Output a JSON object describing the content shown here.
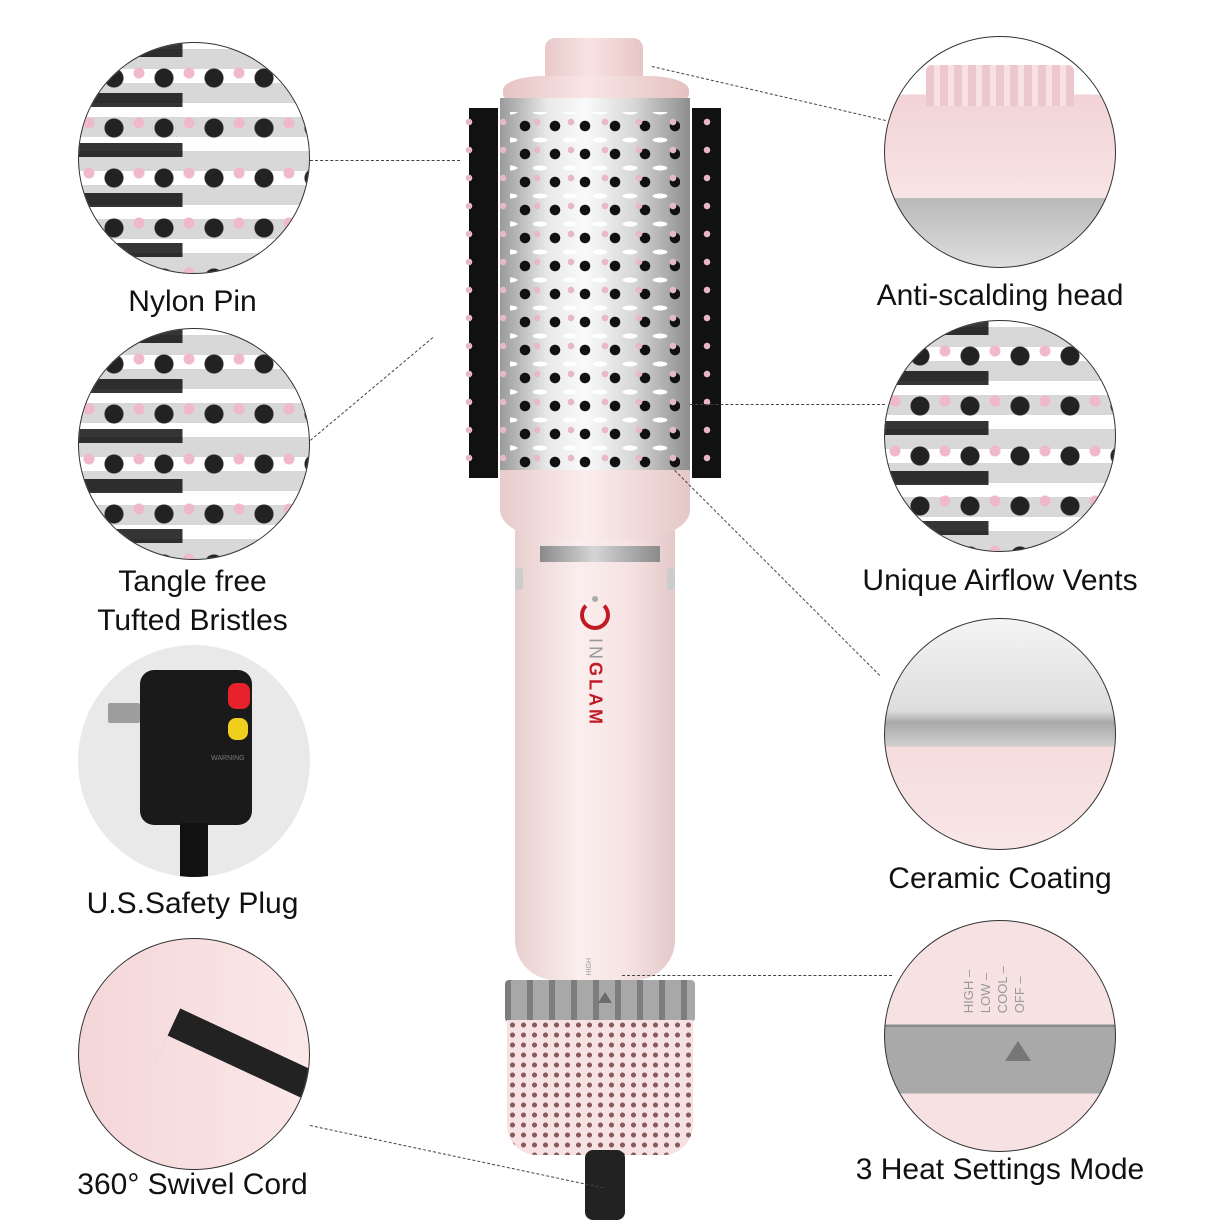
{
  "brand": {
    "name_prefix": "IN",
    "name_suffix": "GLAM",
    "accent_color": "#c01b24"
  },
  "product": {
    "body_color": "#f8e6e6",
    "dial_settings": [
      "HIGH",
      "LOW",
      "COOL",
      "OFF"
    ]
  },
  "features": {
    "left": [
      {
        "label": "Nylon Pin"
      },
      {
        "label_line1": "Tangle free",
        "label_line2": "Tufted Bristles"
      },
      {
        "label": "U.S.Safety Plug",
        "plug_warning": "WARNING"
      },
      {
        "label": "360° Swivel Cord"
      }
    ],
    "right": [
      {
        "label": "Anti-scalding head"
      },
      {
        "label": "Unique Airflow Vents"
      },
      {
        "label": "Ceramic Coating"
      },
      {
        "label": "3 Heat Settings Mode",
        "settings": [
          "HIGH –",
          "LOW –",
          "COOL –",
          "OFF –"
        ]
      }
    ]
  }
}
